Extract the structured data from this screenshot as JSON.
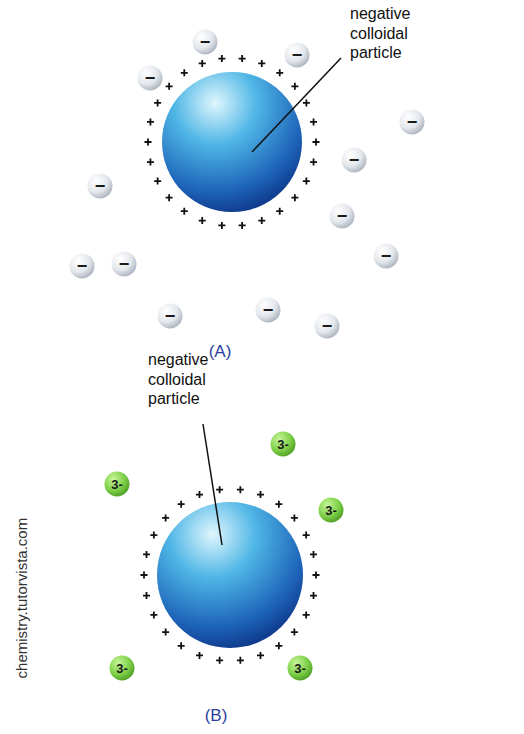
{
  "diagram": {
    "nodes": [
      {
        "text": [
          "−"
        ]
      },
      {
        "text": [
          "−"
        ]
      },
      {
        "text": [
          "−"
        ]
      },
      {
        "text": [
          "−"
        ]
      },
      {
        "text": [
          "−"
        ]
      },
      {
        "text": [
          "−"
        ]
      },
      {
        "text": [
          "−"
        ]
      },
      {
        "text": [
          "−"
        ]
      },
      {
        "text": [
          "−"
        ]
      },
      {
        "text": [
          "−"
        ]
      },
      {
        "text": [
          "−"
        ]
      },
      {
        "text": [
          "−"
        ]
      },
      {
        "text": [
          "−"
        ]
      },
      {
        "text": [
          "3-"
        ]
      },
      {
        "text": [
          "3-"
        ]
      },
      {
        "text": [
          "3-"
        ]
      },
      {
        "text": [
          "3-"
        ]
      },
      {
        "text": [
          "3-"
        ]
      }
    ],
    "labels": [
      "negative colloidal particle",
      "(A)",
      "negative colloidal particle",
      "chemistry.tutorvista.com",
      "(B)"
    ]
  }
}
